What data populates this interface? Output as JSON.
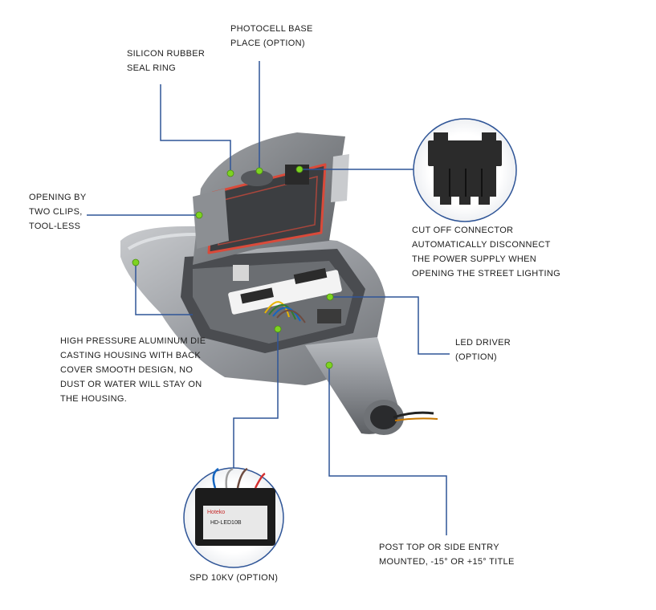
{
  "callouts": {
    "photocell": {
      "lines": [
        "PHOTOCELL BASE",
        "PLACE (OPTION)"
      ]
    },
    "seal": {
      "lines": [
        "SILICON RUBBER",
        "SEAL RING"
      ]
    },
    "clips": {
      "lines": [
        "OPENING BY",
        "TWO CLIPS,",
        "TOOL-LESS"
      ]
    },
    "cutoff": {
      "lines": [
        "CUT OFF CONNECTOR",
        "AUTOMATICALLY DISCONNECT",
        "THE POWER SUPPLY WHEN",
        "OPENING THE STREET LIGHTING"
      ]
    },
    "housing": {
      "lines": [
        "HIGH PRESSURE ALUMINUM DIE",
        "CASTING HOUSING WITH BACK",
        "COVER SMOOTH DESIGN, NO",
        "DUST OR WATER WILL STAY ON",
        "THE HOUSING."
      ]
    },
    "driver": {
      "lines": [
        "LED DRIVER",
        "(OPTION)"
      ]
    },
    "spd": {
      "lines": [
        "SPD 10KV (OPTION)"
      ]
    },
    "post": {
      "lines": [
        "POST TOP OR SIDE ENTRY",
        "MOUNTED, -15° OR +15° TITLE"
      ]
    }
  },
  "spd_device": {
    "brand": "Hoteko",
    "model": "HD-LED10B"
  },
  "colors": {
    "leader": "#2f5597",
    "dot": "#7ed321",
    "housing": "#8a8d92",
    "seal": "#d94a3a"
  }
}
